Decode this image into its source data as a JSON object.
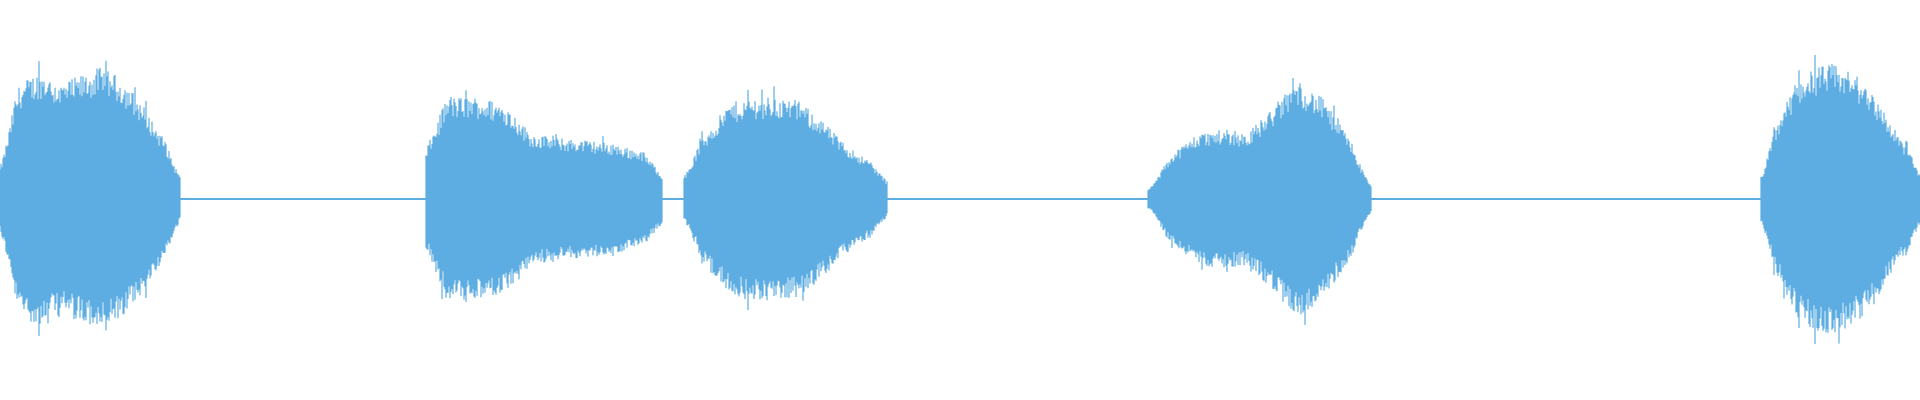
{
  "waveform": {
    "color": "#5dade2",
    "segments": [
      {
        "start": 0.0,
        "end": 0.094,
        "peak": 0.8,
        "envelope": [
          0.35,
          0.7,
          0.78,
          0.7,
          0.75,
          0.8,
          0.74,
          0.6,
          0.4,
          0.25
        ]
      },
      {
        "start": 0.222,
        "end": 0.345,
        "peak": 0.62,
        "envelope": [
          0.55,
          0.62,
          0.62,
          0.58,
          0.4,
          0.37,
          0.36,
          0.34,
          0.3,
          0.28
        ]
      },
      {
        "start": 0.356,
        "end": 0.462,
        "peak": 0.62,
        "envelope": [
          0.25,
          0.4,
          0.58,
          0.62,
          0.62,
          0.6,
          0.5,
          0.35,
          0.25,
          0.2
        ]
      },
      {
        "start": 0.598,
        "end": 0.714,
        "peak": 0.75,
        "envelope": [
          0.1,
          0.28,
          0.4,
          0.42,
          0.4,
          0.55,
          0.72,
          0.62,
          0.4,
          0.15
        ]
      },
      {
        "start": 0.917,
        "end": 1.0,
        "peak": 0.82,
        "envelope": [
          0.25,
          0.48,
          0.72,
          0.8,
          0.82,
          0.78,
          0.7,
          0.52,
          0.35,
          0.28
        ]
      }
    ],
    "baseline_noise": 0.012
  }
}
